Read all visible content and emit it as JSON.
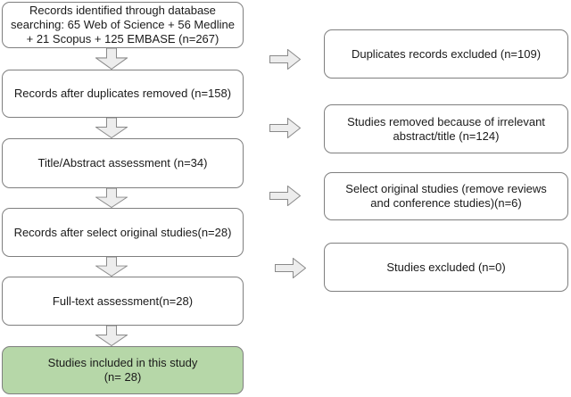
{
  "colors": {
    "background": "#ffffff",
    "box_fill": "#ffffff",
    "box_border": "#7f7f7f",
    "included_fill": "#b6d7a8",
    "arrow_fill": "#ededed",
    "arrow_border": "#8a8a8a",
    "text": "#1a1a1a"
  },
  "flowchart": {
    "type": "prisma-flow-diagram",
    "left_column": [
      {
        "id": "records-identified",
        "lines": [
          "Records identified through database",
          "searching: 65 Web of Science + 56 Medline",
          "+ 21 Scopus + 125 EMBASE (n=267)"
        ],
        "n": 267
      },
      {
        "id": "records-after-duplicates-removed",
        "lines": [
          "Records after duplicates removed (n=158)"
        ],
        "n": 158
      },
      {
        "id": "title-abstract-assessment",
        "lines": [
          "Title/Abstract assessment (n=34)"
        ],
        "n": 34
      },
      {
        "id": "records-after-select-original-studies",
        "lines": [
          "Records after select original studies(n=28)"
        ],
        "n": 28
      },
      {
        "id": "full-text-assessment",
        "lines": [
          "Full-text assessment(n=28)"
        ],
        "n": 28
      },
      {
        "id": "studies-included",
        "lines": [
          "Studies included in this study",
          "(n= 28)"
        ],
        "n": 28,
        "highlighted": true
      }
    ],
    "right_column": [
      {
        "id": "duplicates-excluded",
        "lines": [
          "Duplicates records excluded (n=109)"
        ],
        "n": 109
      },
      {
        "id": "irrelevant-abstract-title-removed",
        "lines": [
          "Studies removed because of irrelevant",
          "abstract/title (n=124)"
        ],
        "n": 124
      },
      {
        "id": "select-original-studies",
        "lines": [
          "Select original studies (remove reviews",
          "and conference studies)(n=6)"
        ],
        "n": 6
      },
      {
        "id": "studies-excluded",
        "lines": [
          "Studies excluded (n=0)"
        ],
        "n": 0
      }
    ]
  }
}
